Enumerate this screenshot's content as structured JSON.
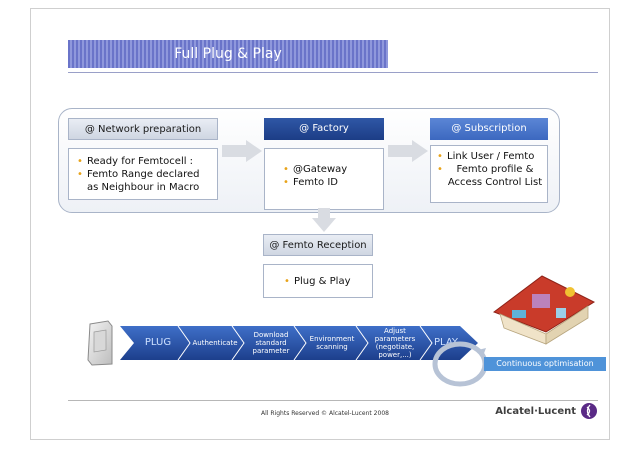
{
  "title": "Full Plug & Play",
  "stages": {
    "network": {
      "header": "@ Network preparation",
      "bullets": [
        "Ready for Femtocell :",
        "Femto Range declared as Neighbour in Macro"
      ]
    },
    "factory": {
      "header": "@ Factory",
      "bullets": [
        "@Gateway",
        "Femto ID"
      ]
    },
    "subscription": {
      "header": "@ Subscription",
      "bullets": [
        "Link User / Femto",
        "Femto profile & Access Control List"
      ]
    },
    "reception": {
      "header": "@ Femto Reception",
      "bullets": [
        "Plug & Play"
      ]
    }
  },
  "process": {
    "plug": "PLUG",
    "play": "PLAY",
    "steps": [
      "Authenticate",
      "Download standard parameter",
      "Environment scanning",
      "Adjust parameters (negotiate, power,...)"
    ],
    "continuous": "Continuous optimisation"
  },
  "footer": {
    "copyright": "All Rights Reserved © Alcatel-Lucent 2008",
    "brand": "Alcatel·Lucent"
  },
  "colors": {
    "accent": "#3c68c0",
    "dark": "#1c3d86",
    "bullet": "#e8a319",
    "title_band": "#7a84d0"
  },
  "icons": [
    "femtocell-device-icon",
    "house-icon",
    "loop-icon",
    "alcatel-lucent-logo-icon"
  ]
}
